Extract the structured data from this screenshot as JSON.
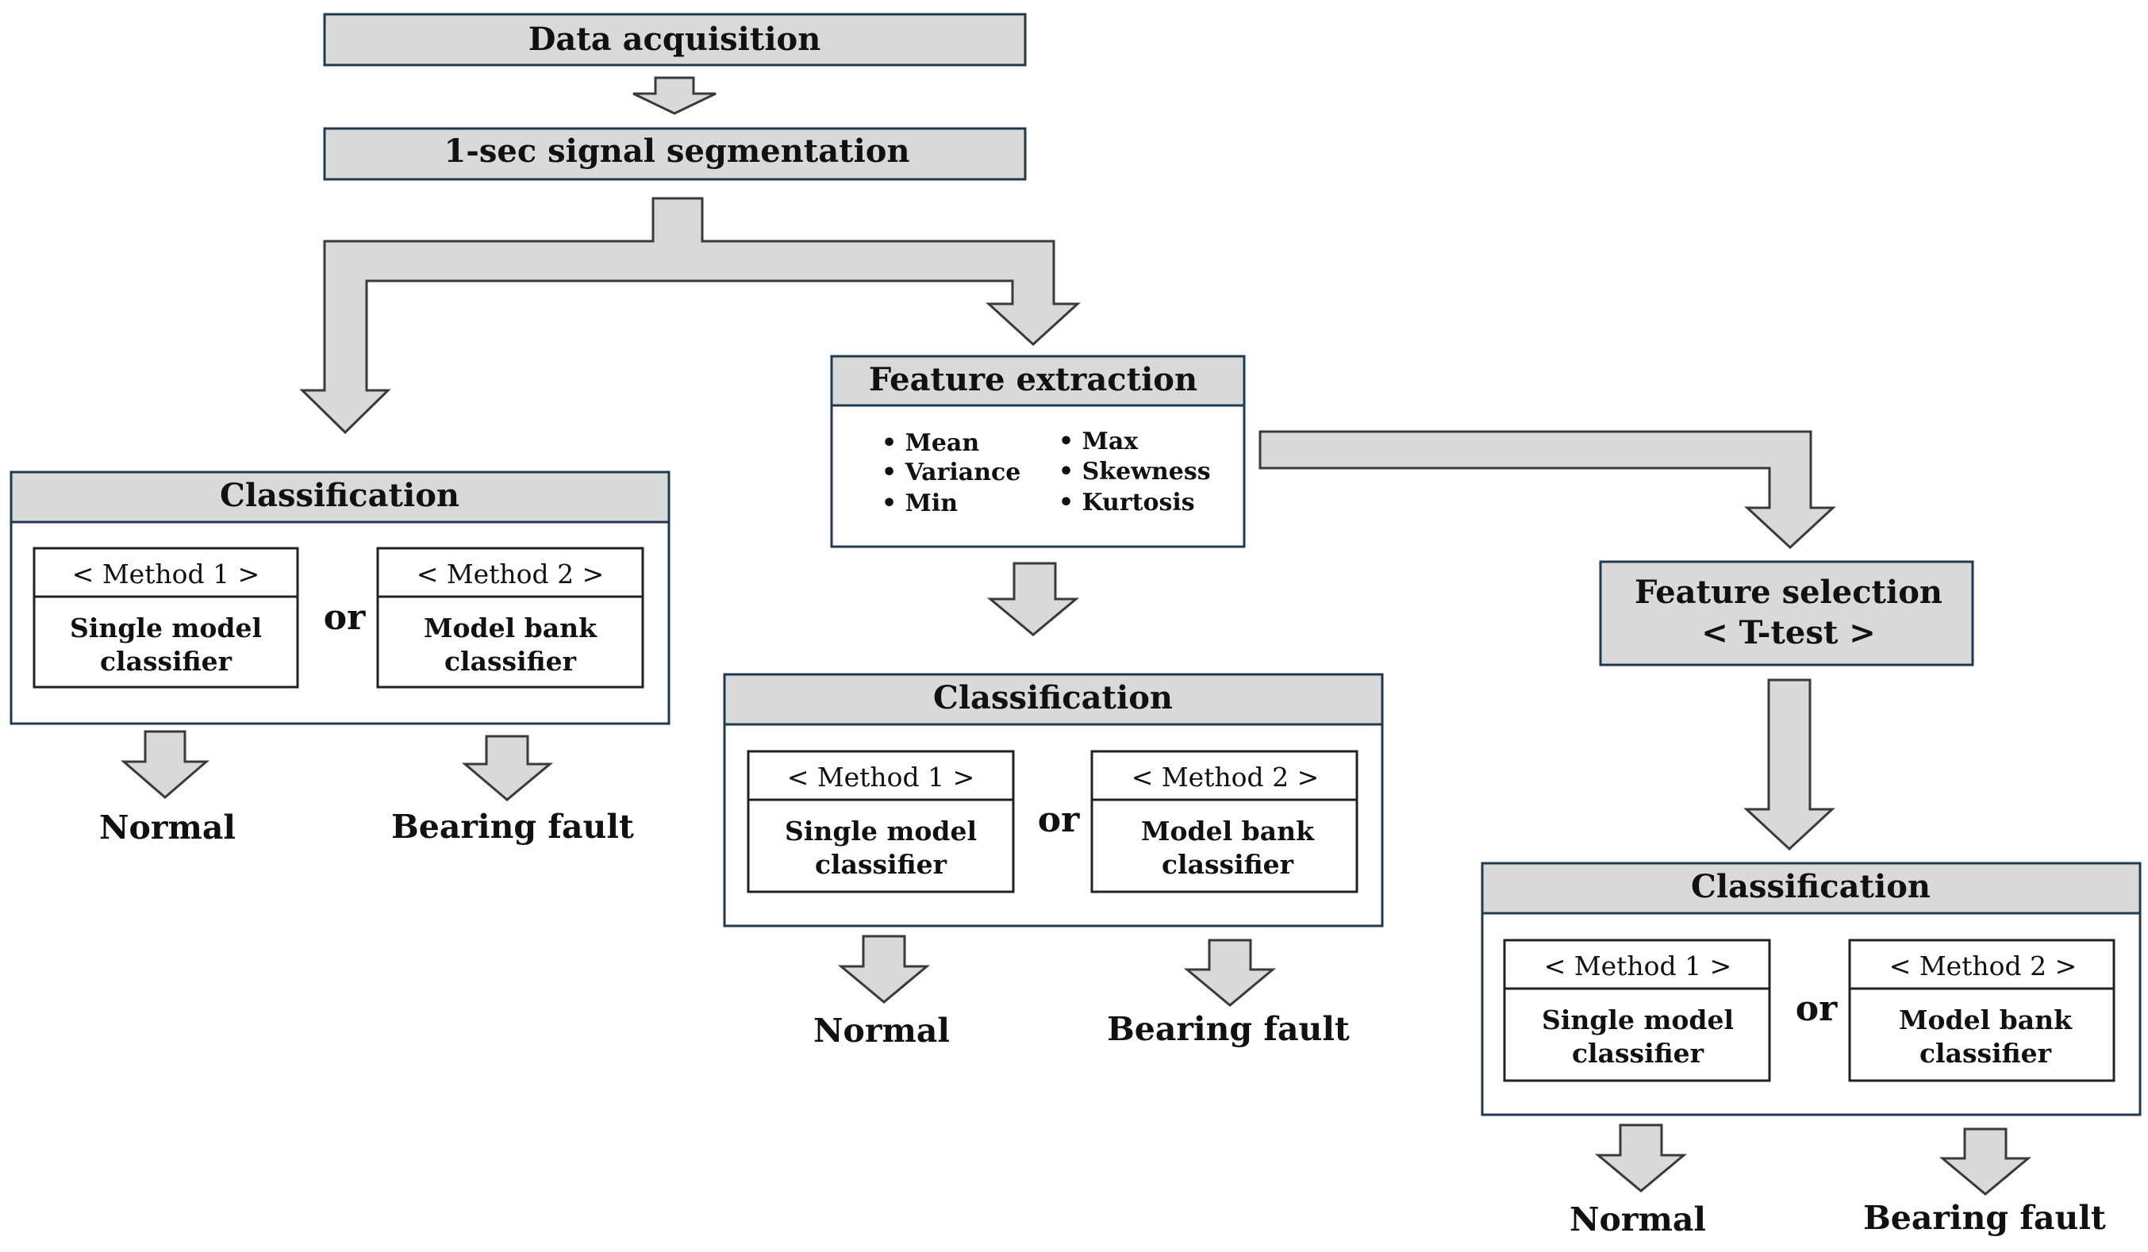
{
  "steps": {
    "acquisition": "Data acquisition",
    "segmentation": "1-sec signal segmentation",
    "feature_extraction": "Feature extraction",
    "feature_selection_line1": "Feature selection",
    "feature_selection_line2": "< T-test >"
  },
  "features": {
    "left": [
      "• Mean",
      "• Variance",
      "• Min"
    ],
    "right": [
      "• Max",
      "• Skewness",
      "•  Kurtosis"
    ]
  },
  "classification": {
    "title": "Classification",
    "method1_label": "< Method 1 >",
    "method1_line1": "Single model",
    "method1_line2": "classifier",
    "method2_label": "< Method 2 >",
    "method2_line1": "Model bank",
    "method2_line2": "classifier",
    "or": "or"
  },
  "outputs": {
    "normal": "Normal",
    "fault": "Bearing fault"
  }
}
